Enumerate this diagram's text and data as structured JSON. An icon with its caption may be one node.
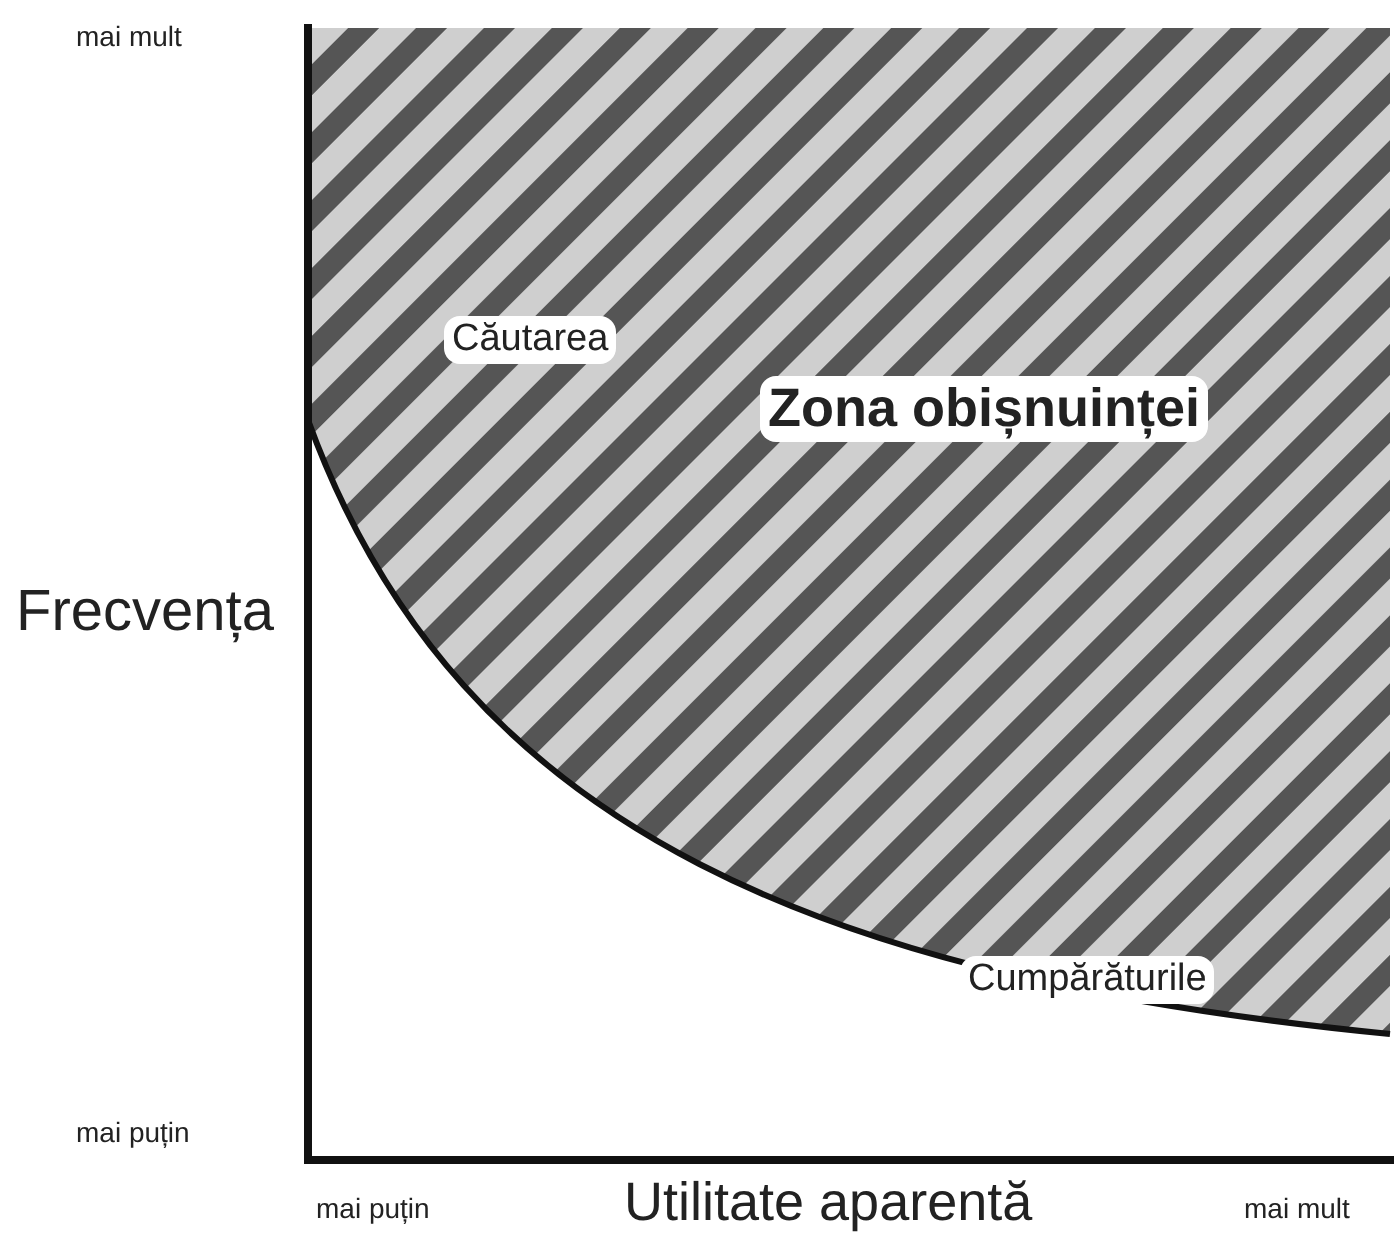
{
  "diagram": {
    "labels": [
      "mai mult",
      "Căutarea",
      "Zona obișnuinței",
      "Frecvența",
      "Cumpărăturile",
      "mai puțin",
      "mai puțin",
      "Utilitate aparentă",
      "mai mult"
    ]
  }
}
